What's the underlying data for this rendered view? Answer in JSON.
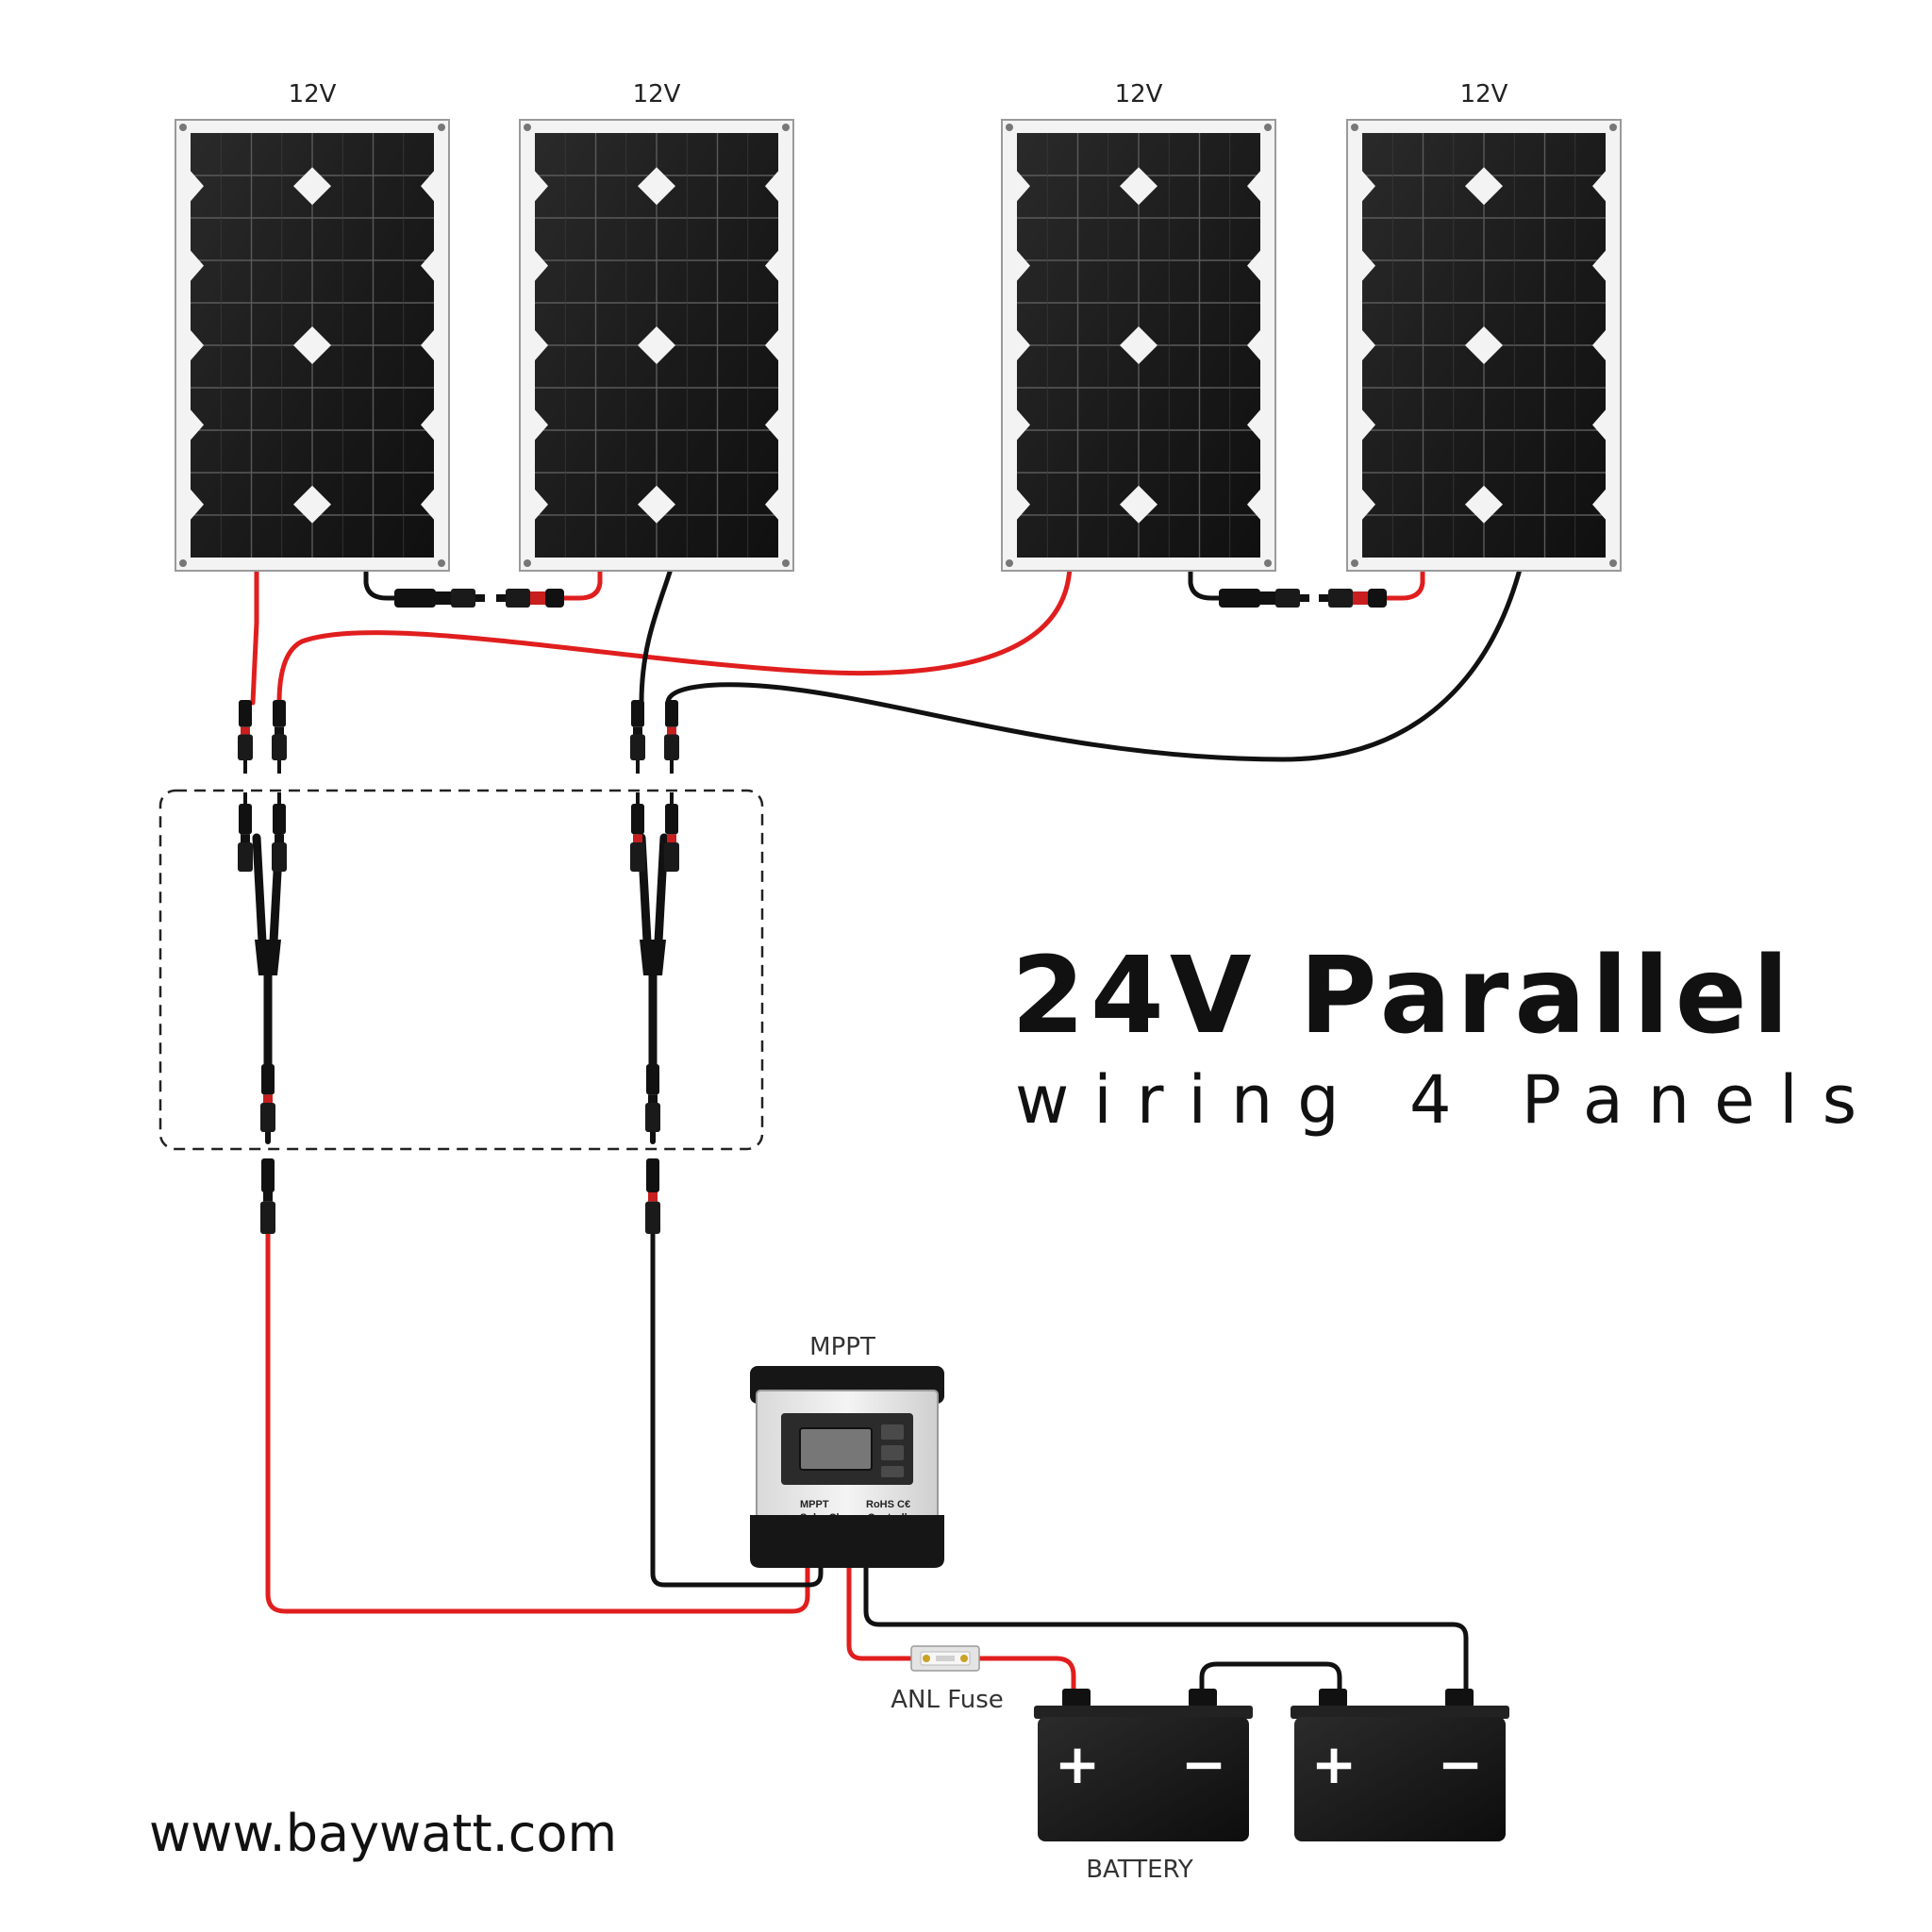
{
  "panels": [
    {
      "label": "12V"
    },
    {
      "label": "12V"
    },
    {
      "label": "12V"
    },
    {
      "label": "12V"
    }
  ],
  "title": {
    "line1": "24V Parallel",
    "line2": "wiring 4 Panels"
  },
  "controller": {
    "label": "MPPT",
    "face_brand": "MPPT",
    "face_name": "Solar Charge Controller",
    "face_cert": "RoHS C€"
  },
  "fuse": {
    "label": "ANL Fuse"
  },
  "battery": {
    "label": "BATTERY",
    "plus": "+",
    "minus": "−"
  },
  "website": "www.baywatt.com",
  "colors": {
    "positive_wire": "#e01e1e",
    "negative_wire": "#111111",
    "panel_cells": "#1c1c1c",
    "panel_frame": "#f3f3f3"
  },
  "icons": {
    "panel": "solar-panel-icon",
    "controller": "charge-controller-icon",
    "fuse": "fuse-icon",
    "battery": "battery-icon",
    "connector": "mc4-connector-icon",
    "branch": "y-branch-connector-icon"
  }
}
